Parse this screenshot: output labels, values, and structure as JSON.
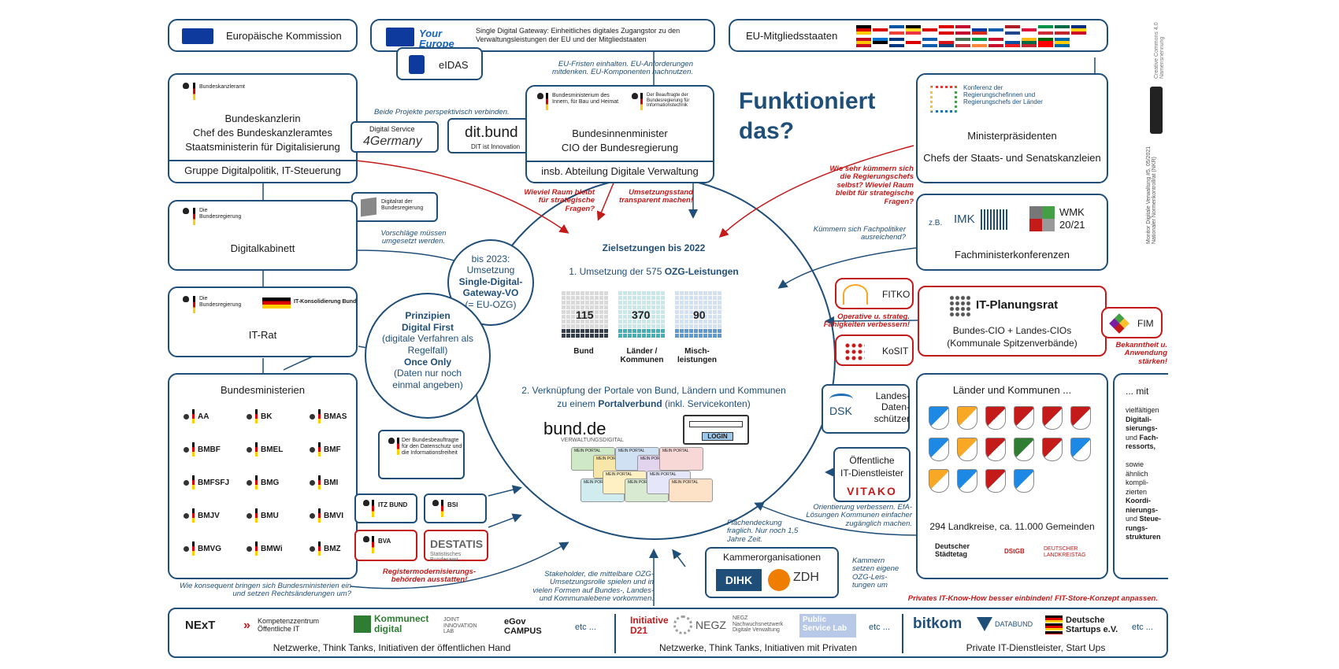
{
  "title": "Funktioniert das?",
  "side_note": "Monitor Digitale Verwaltung #5, 05/2021 Nationaler Normenkontrollrat (NKR)",
  "license": "Creative Commons 4.0 Namensnennung",
  "eu": {
    "commission": "Europäische Kommission",
    "sdg_text": "Single Digital Gateway: Einheitliches digitales Zugangstor zu den Verwaltungsleistungen der EU und der Mitgliedstaaten",
    "your_europe": "Your Europe",
    "eidas": "eIDAS",
    "members": "EU-Mitgliedsstaaten",
    "note_eu": "EU-Fristen einhalten. EU-Anforderungen mitdenken. EU-Komponenten nachnutzen."
  },
  "bk": {
    "logo": "Bundeskanzleramt",
    "line1": "Bundeskanzlerin",
    "line2": "Chef des Bundeskanzleramtes",
    "line3": "Staatsministerin für Digitalisierung",
    "footer": "Gruppe Digitalpolitik, IT-Steuerung"
  },
  "projects": {
    "note": "Beide Projekte perspektivisch verbinden.",
    "ds_top": "Digital Service",
    "ds_logo": "4Germany",
    "ditbund": "dit.bund",
    "ditbund_sub": "DIT ist Innovation"
  },
  "bmi": {
    "logo_left": "Bundesministerium des Innern, für Bau und Heimat",
    "logo_right": "Der Beauftragte der Bundesregierung für Informationstechnik",
    "line1": "Bundesinnenminister",
    "line2": "CIO der Bundesregierung",
    "footer": "insb. Abteilung Digitale Verwaltung"
  },
  "mp": {
    "logo": "Konferenz der Regierungschefinnen und Regierungschefs der Länder",
    "line1": "Ministerpräsidenten",
    "line2": "Chefs der Staats- und Senatskanzleien"
  },
  "digitalrat": "Digitalrat der Bundesregierung",
  "digitalkabinett": {
    "logo": "Die Bundesregierung",
    "label": "Digitalkabinett"
  },
  "note_vorschlaege": "Vorschläge müssen umgesetzt werden.",
  "itrat": {
    "logo": "Die Bundesregierung",
    "logo2": "IT-Konsolidierung Bund",
    "label": "IT-Rat"
  },
  "fmk": {
    "zb": "z.B.",
    "imk": "IMK",
    "wmk": "WMK 20/21",
    "label": "Fachministerkonferenzen"
  },
  "note_fachpolitiker": "Kümmern sich Fachpolitiker ausreichend?",
  "questions": {
    "raum": "Wieviel Raum bleibt für strategische Fragen?",
    "umsetzung": "Umsetzungsstand transparent machen!",
    "regierungschefs": "Wie sehr kümmern sich die Regierungschefs selbst? Wieviel Raum bleibt für strategische Fragen?"
  },
  "sdg_bubble": {
    "line1": "bis 2023:",
    "line2": "Umsetzung",
    "line3": "Single-Digital-",
    "line4": "Gateway-VO",
    "line5": "(= EU-OZG)"
  },
  "principles": {
    "title": "Prinzipien",
    "p1": "Digital First",
    "p1_sub": "(digitale Verfahren als Regelfall)",
    "p2": "Once Only",
    "p2_sub": "(Daten nur noch einmal angeben)"
  },
  "center": {
    "title": "Zielsetzungen bis 2022",
    "goal1_pre": "1. Umsetzung der 575 ",
    "goal1_bold": "OZG-Leistungen",
    "blocks": [
      {
        "value": "115",
        "label": "Bund"
      },
      {
        "value": "370",
        "label": "Länder / Kommunen"
      },
      {
        "value": "90",
        "label": "Misch-leistungen"
      }
    ],
    "goal2_line1": "2. Verknüpfung der Portale von Bund, Ländern und Kommunen",
    "goal2_line2_pre": "zu einem ",
    "goal2_bold": "Portalverbund",
    "goal2_post": " (inkl. Servicekonten)",
    "bund_de": "bund.de",
    "bund_de_sub": "VERWALTUNGSDIGITAL",
    "login": "LOGIN",
    "mein_portal": "MEIN PORTAL"
  },
  "itpr": {
    "title": "IT-Planungsrat",
    "line1": "Bundes-CIO + Landes-CIOs",
    "line2": "(Kommunale Spitzenverbände)"
  },
  "fitko": "FITKO",
  "kosit": "KoSIT",
  "note_fitko": "Operative u. strateg. Fähigkeiten verbessern!",
  "fim": "FIM",
  "note_fim": "Bekanntheit u. Anwendung stärken!",
  "bundesministerien": {
    "title": "Bundesministerien",
    "items": [
      "AA",
      "BK",
      "BMAS",
      "BMBF",
      "BMEL",
      "BMF",
      "BMFSFJ",
      "BMG",
      "BMI",
      "BMJV",
      "BMU",
      "BMVI",
      "BMVG",
      "BMWi",
      "BMZ"
    ]
  },
  "bfdi": "Der Bundesbeauftragte für den Datenschutz und die Informationsfreiheit",
  "itzbund": "ITZ BUND",
  "bsi": "BSI",
  "bva": "BVA",
  "destatis": "DESTATIS",
  "destatis_sub": "Statistisches Bundesamt",
  "note_register": "Registermodernisierungs-behörden ausstatten!",
  "note_bm": "Wie konsequent bringen sich Bundesministerien ein und setzen Rechtsänderungen um?",
  "note_stakeholder": "Stakeholder, die mittelbare OZG-Umsetzungsrolle spielen und in vielen Formen auf Bundes-, Landes- und Kommunalebene vorkommen.",
  "note_flaeche": "Flächendeckung fraglich. Nur noch 1,5 Jahre Zeit.",
  "kammer": {
    "title": "Kammerorganisationen",
    "dihk": "DIHK",
    "zdh": "ZDH",
    "note": "Kammern setzen eigene OZG-Leis-tungen um"
  },
  "dsk": {
    "logo": "DSK",
    "label": "Landes-Daten-schützer"
  },
  "oeffit": {
    "line1": "Öffentliche",
    "line2": "IT-Dienstleister",
    "logo": "VITAKO"
  },
  "note_efa": "Orientierung verbessern. EfA-Lösungen Kommunen einfacher zugänglich machen.",
  "laender": {
    "title": "Länder und Kommunen ...",
    "footer": "294 Landkreise, ca. 11.000 Gemeinden",
    "logos": [
      "Deutscher Städtetag",
      "DStGB",
      "DEUTSCHER LANDKREISTAG"
    ]
  },
  "mit": {
    "title": "... mit",
    "text1": "vielfältigen",
    "b1": "Digitali-sierungs-",
    "text2": "und",
    "b2": "Fach-ressorts,",
    "text3": "sowie ähnlich kompli-zierten",
    "b3": "Koordi-nierungs-",
    "text4": "und",
    "b4": "Steue-rungs-strukturen"
  },
  "note_privat": "Privates IT-Know-How besser einbinden! FIT-Store-Konzept anpassen.",
  "bottom": {
    "g1": {
      "label": "Netzwerke, Think Tanks, Initiativen der öffentlichen Hand",
      "items": [
        "NExT",
        "Kompetenzzentrum Öffentliche IT",
        "Kommunect digital",
        "JOINT INNOVATION LAB",
        "eGov CAMPUS",
        "etc ..."
      ]
    },
    "g2": {
      "label": "Netzwerke, Think Tanks, Initiativen mit Privaten",
      "items": [
        "Initiative D21",
        "NEGZ",
        "NEGZ Nachwuchsnetzwerk Digitale Verwaltung",
        "Public Service Lab",
        "etc ..."
      ]
    },
    "g3": {
      "label": "Private IT-Dienstleister, Start Ups",
      "items": [
        "bitkom",
        "DATABUND",
        "Deutsche Startups e.V.",
        "etc ..."
      ]
    }
  },
  "colors": {
    "navy": "#1f4e79",
    "red": "#c41a1a",
    "grid_dark": "#333f4f",
    "grid_teal": "#3bb3b8",
    "grid_blue": "#5b9bd5"
  }
}
